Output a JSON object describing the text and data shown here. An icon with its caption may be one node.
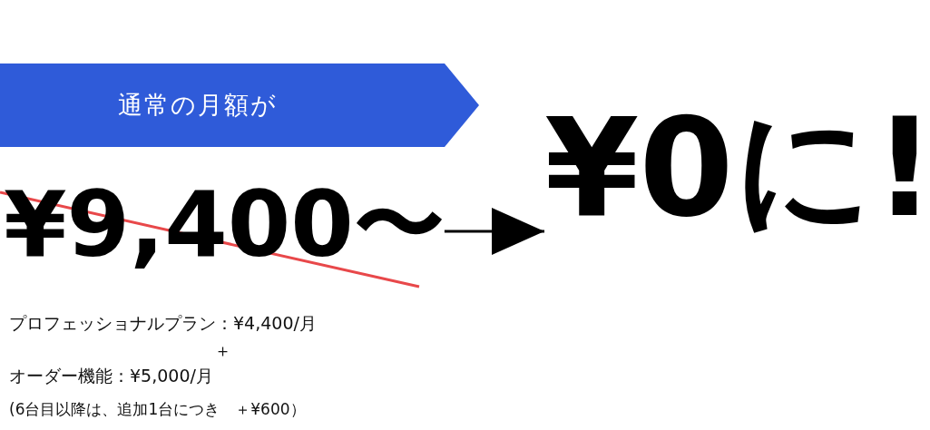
{
  "diagram": {
    "nodes": [
      {
        "text": [
          "通常の月額が"
        ]
      },
      {
        "text": [
          "¥9,400〜"
        ]
      },
      {
        "text": [
          "¥0に!"
        ]
      }
    ],
    "edges": [
      {
        "from": 1,
        "to": 2,
        "arrow": "to"
      }
    ],
    "labels": [
      "プロフェッショナルプラン：¥4,400/月",
      "＋",
      "オーダー機能：¥5,000/月",
      "(6台目以降は、追加1台につき　＋¥600）"
    ]
  }
}
